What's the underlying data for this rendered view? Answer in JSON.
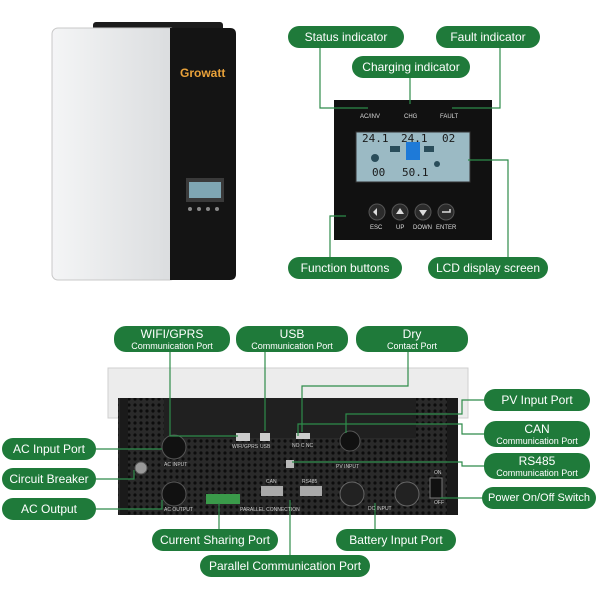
{
  "brand": "Growatt",
  "top_callouts": {
    "status": "Status indicator",
    "fault": "Fault indicator",
    "charging": "Charging indicator",
    "function_buttons": "Function buttons",
    "lcd": "LCD display screen"
  },
  "panel": {
    "status_led": "AC/INV",
    "chg_led": "CHG",
    "fault_led": "FAULT",
    "lcd_top_left": "24.1",
    "lcd_top_mid": "24.1",
    "lcd_top_right": "02",
    "lcd_bottom_left": "00",
    "lcd_bottom_mid": "50.1",
    "buttons": [
      "ESC",
      "UP",
      "DOWN",
      "ENTER"
    ]
  },
  "bottom_callouts": {
    "wifi_title": "WIFI/GPRS",
    "wifi_sub": "Communication Port",
    "usb_title": "USB",
    "usb_sub": "Communication Port",
    "dry_title": "Dry",
    "dry_sub": "Contact Port",
    "pv": "PV Input Port",
    "can_title": "CAN",
    "can_sub": "Communication Port",
    "rs485_title": "RS485",
    "rs485_sub": "Communication Port",
    "power_switch": "Power On/Off Switch",
    "ac_input": "AC Input Port",
    "breaker": "Circuit Breaker",
    "ac_output": "AC Output",
    "current_sharing": "Current Sharing Port",
    "battery": "Battery Input Port",
    "parallel": "Parallel Communication Port"
  },
  "device_labels": {
    "ac_input": "AC INPUT",
    "wifi": "WIFI/GPRS",
    "usb": "USB",
    "dry": "NO  C  NC",
    "pv": "PV  INPUT",
    "can": "CAN",
    "rs485": "RS485",
    "ac_output": "AC OUTPUT",
    "parallel": "PARALLEL  CONNECTION",
    "dc_input": "DC INPUT",
    "on": "ON",
    "off": "OFF"
  },
  "colors": {
    "callout": "#1f7a3a",
    "line": "#2e8b4a",
    "device_dark": "#1a1a1a"
  }
}
